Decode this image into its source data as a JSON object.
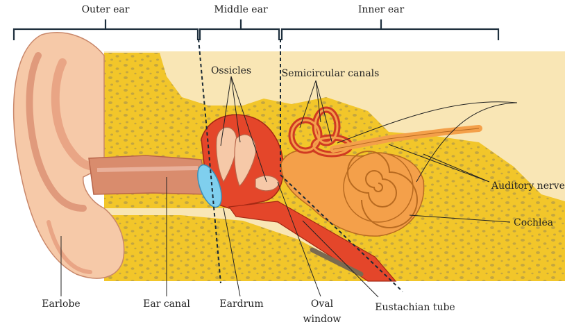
{
  "sections": {
    "outer": "Outer ear",
    "middle": "Middle ear",
    "inner": "Inner ear"
  },
  "labels": {
    "ossicles": "Ossicles",
    "semicircular_canals": "Semicircular canals",
    "auditory_nerve": "Auditory nerve",
    "cochlea": "Cochlea",
    "earlobe": "Earlobe",
    "ear_canal": "Ear canal",
    "eardrum": "Eardrum",
    "oval_window_line1": "Oval",
    "oval_window_line2": "window",
    "eustachian_tube": "Eustachian tube"
  },
  "colors": {
    "bone": "#f2c62a",
    "bone_spot": "#c4a640",
    "skin": "#f6c9a8",
    "skin_dark": "#e9a585",
    "canal": "#d98c6d",
    "cavity": "#e4462a",
    "cavity_dark": "#c8321c",
    "inner_organ": "#f4a04a",
    "canal_red": "#d03a22",
    "eardrum": "#7fcfee",
    "background": "#f9e6b5"
  }
}
